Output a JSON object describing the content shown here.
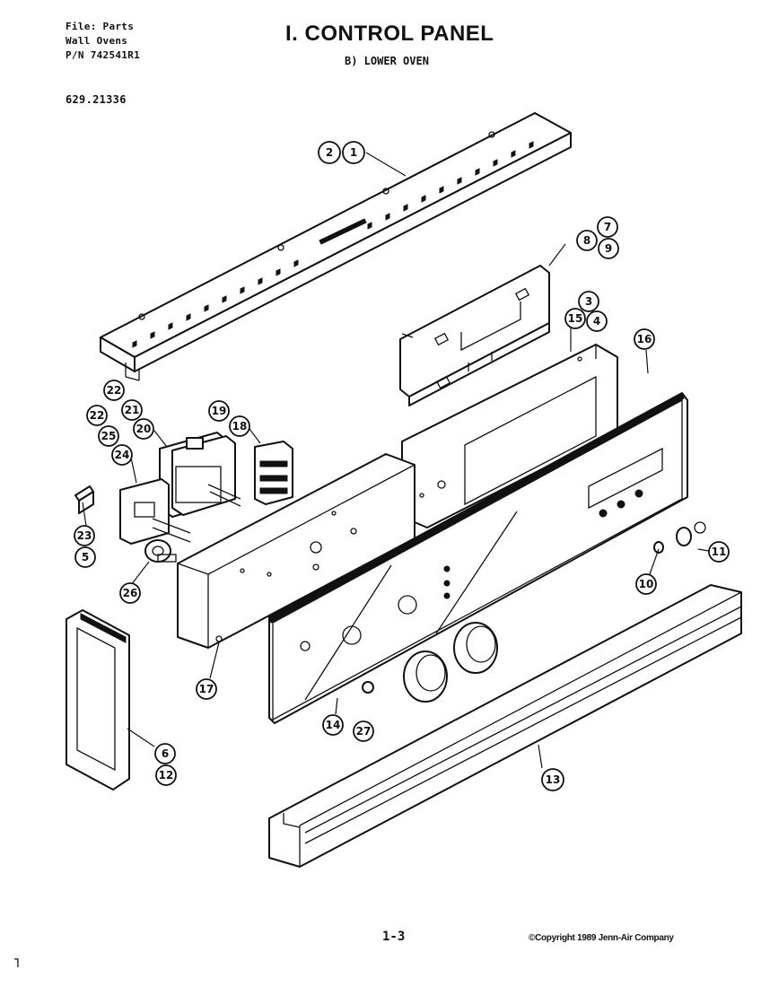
{
  "header": {
    "file_lines": [
      "File: Parts",
      "Wall Ovens",
      "P/N 742541R1"
    ],
    "model": "629.21336",
    "title": "I. CONTROL PANEL",
    "subtitle": "B) LOWER OVEN"
  },
  "footer": {
    "page": "1-3",
    "copyright": "©Copyright 1989 Jenn-Air Company",
    "corner_mark": "˥"
  },
  "callouts": [
    "1",
    "2",
    "3",
    "4",
    "5",
    "6",
    "7",
    "8",
    "9",
    "10",
    "11",
    "12",
    "13",
    "14",
    "15",
    "16",
    "17",
    "18",
    "19",
    "20",
    "21",
    "22",
    "22",
    "23",
    "24",
    "25",
    "26",
    "27"
  ]
}
